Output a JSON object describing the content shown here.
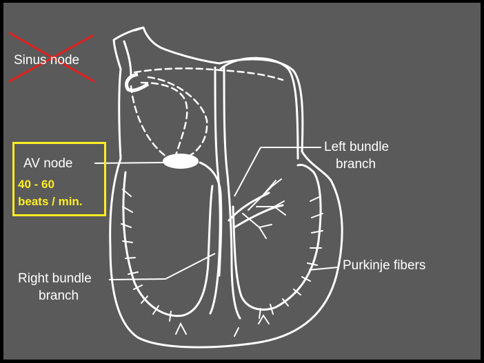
{
  "labels": {
    "sinus_node": "Sinus node",
    "av_node": "AV node",
    "av_rate_line1": "40 - 60",
    "av_rate_line2": "beats / min.",
    "left_bundle_line1": "Left bundle",
    "left_bundle_line2": "branch",
    "purkinje": "Purkinje fibers",
    "right_bundle_line1": "Right bundle",
    "right_bundle_line2": "branch"
  },
  "colors": {
    "background": "#5a5a5a",
    "frame": "#000000",
    "line": "#ffffff",
    "highlight_box": "#ffee22",
    "cross_mark": "#e0201e"
  }
}
